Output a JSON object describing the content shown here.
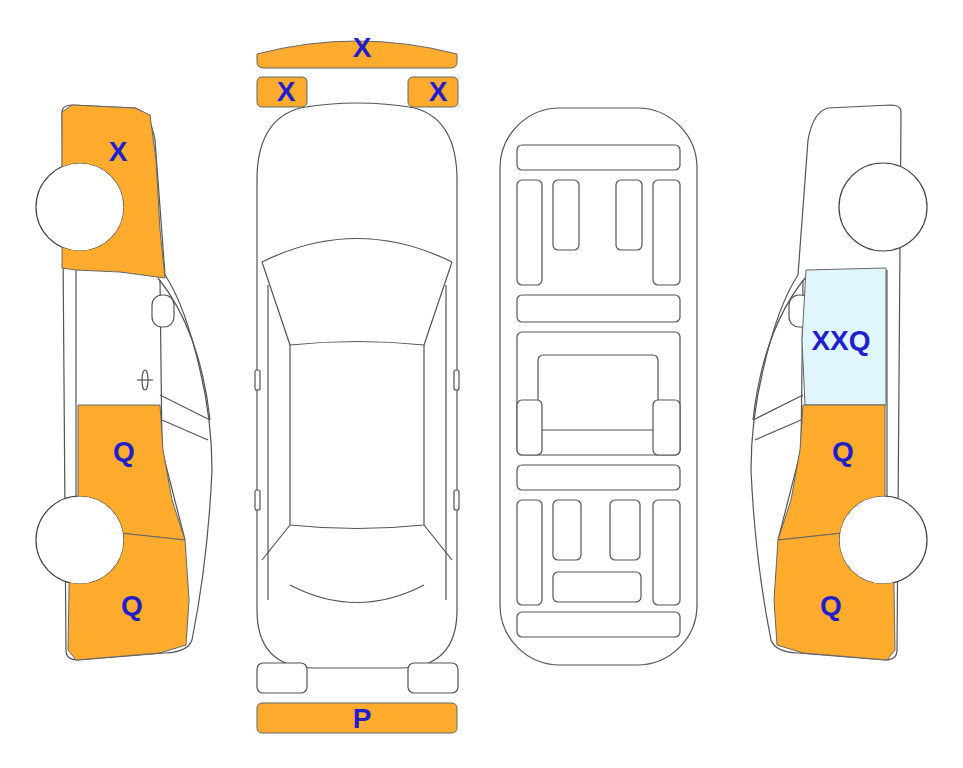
{
  "diagram": {
    "nodes": [
      {
        "text": [
          "X"
        ]
      },
      {
        "text": [
          "X"
        ]
      },
      {
        "text": [
          "X"
        ]
      },
      {
        "text": [
          "X"
        ]
      },
      {
        "text": [
          "Q"
        ]
      },
      {
        "text": [
          "Q"
        ]
      },
      {
        "text": [
          "XXQ"
        ]
      },
      {
        "text": [
          "Q"
        ]
      },
      {
        "text": [
          "Q"
        ]
      },
      {
        "text": [
          "P"
        ]
      }
    ]
  }
}
